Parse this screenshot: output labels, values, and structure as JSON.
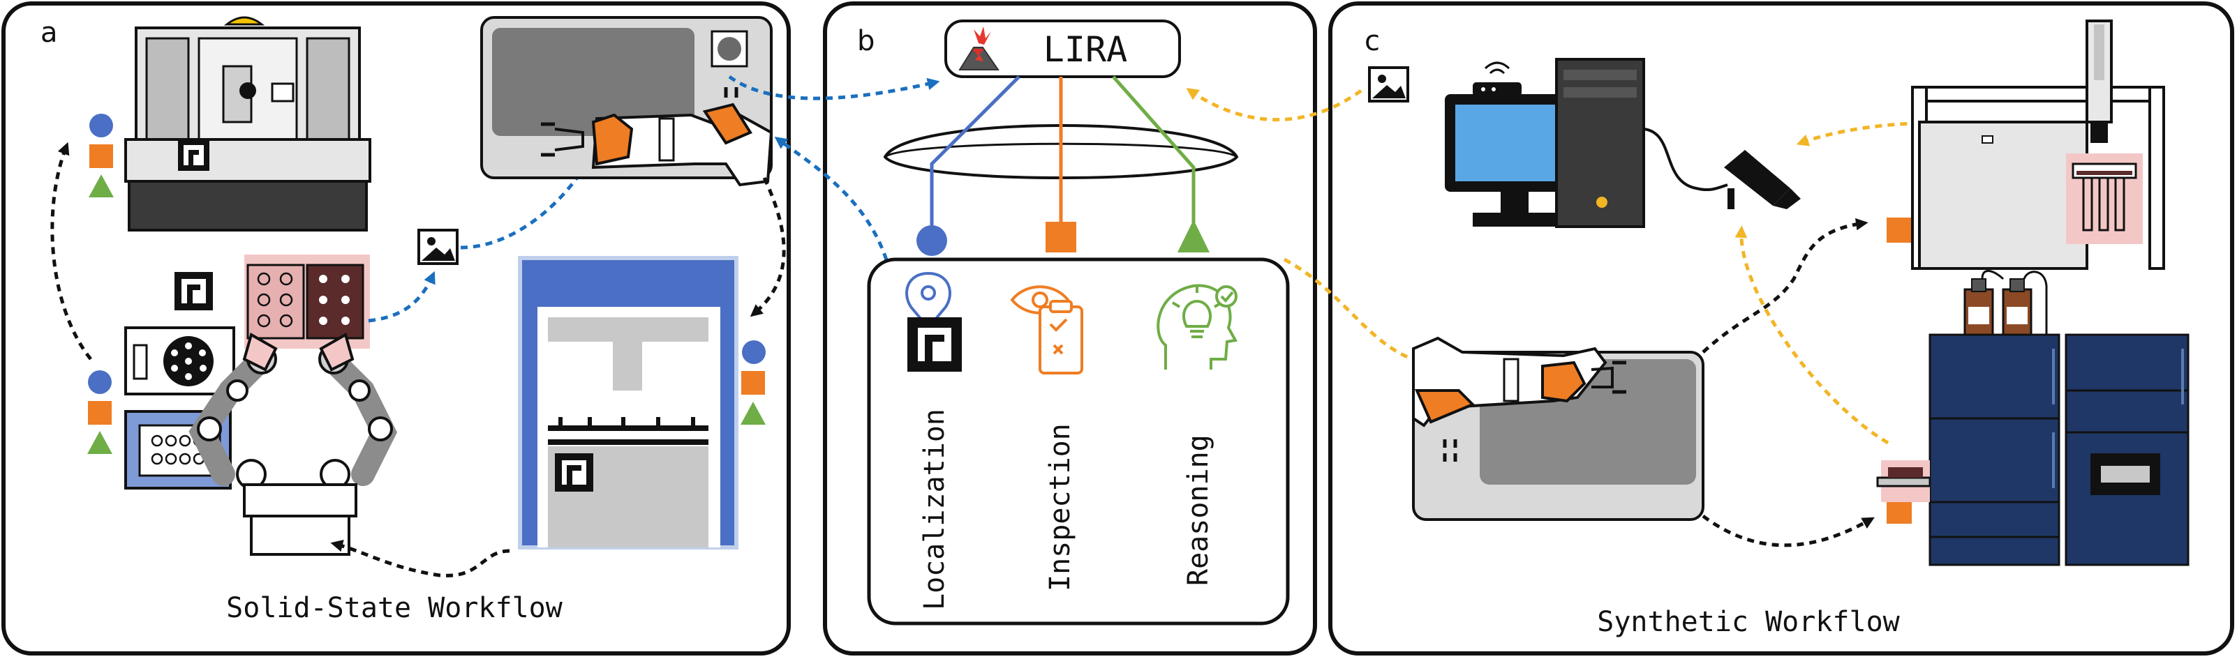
{
  "panels": {
    "a": {
      "letter": "a",
      "caption": "Solid-State Workflow"
    },
    "b": {
      "letter": "b",
      "title": "LIRA",
      "modules": [
        "Localization",
        "Inspection",
        "Reasoning"
      ]
    },
    "c": {
      "letter": "c",
      "caption": "Synthetic Workflow"
    }
  },
  "colors": {
    "blue": "#4a6fc4",
    "orange": "#ef7d23",
    "green": "#6fad46",
    "arrow_blue": "#1a6fbf",
    "arrow_yellow": "#f2b526",
    "monitor": "#5aa7e6",
    "navy": "#1f3766",
    "pink": "#f4c7c7"
  },
  "icons": [
    "volcano-icon",
    "image-icon",
    "location-pin-icon",
    "eye-clipboard-icon",
    "head-lightbulb-icon",
    "camera-icon",
    "router-icon",
    "aruco-marker-icon"
  ]
}
